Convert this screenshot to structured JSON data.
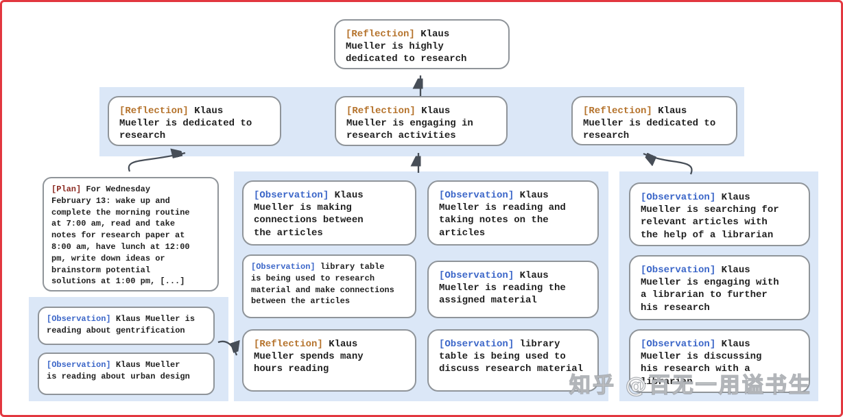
{
  "colors": {
    "frame_red": "#e2373f",
    "panel_blue": "#dbe7f7",
    "node_border_gray": "#8f9499",
    "reflection_label": "#b5732c",
    "observation_label": "#3b66c8",
    "plan_label": "#8b2a21",
    "arrow": "#474e57"
  },
  "nodes": {
    "top": {
      "tag": "[Reflection]",
      "text": " Klaus\nMueller is highly\ndedicated to research"
    },
    "row2": [
      {
        "tag": "[Reflection]",
        "text": " Klaus\nMueller is dedicated to\nresearch"
      },
      {
        "tag": "[Reflection]",
        "text": " Klaus\nMueller is engaging in\nresearch activities"
      },
      {
        "tag": "[Reflection]",
        "text": " Klaus\nMueller is dedicated to\nresearch"
      }
    ],
    "plan": {
      "tag": "[Plan]",
      "text": " For Wednesday\nFebruary 13: wake up and\ncomplete the morning routine\nat 7:00 am, read and take\nnotes for research paper at\n8:00 am, have lunch at 12:00\npm, write down ideas or\nbrainstorm potential\nsolutions at 1:00 pm, [...]"
    },
    "left_panel": [
      {
        "tag": "[Observation]",
        "text": " Klaus Mueller is\nreading about gentrification"
      },
      {
        "tag": "[Observation]",
        "text": " Klaus Mueller\nis reading about urban design"
      }
    ],
    "middle_panel": [
      {
        "tag": "[Observation]",
        "text": " Klaus\nMueller is making\nconnections between\nthe articles"
      },
      {
        "tag": "[Observation]",
        "text": " library table\nis being used to research\nmaterial and make connections\nbetween the articles"
      },
      {
        "tag": "[Reflection]",
        "text": " Klaus\nMueller spends many\nhours reading"
      },
      {
        "tag": "[Observation]",
        "text": " Klaus\nMueller is reading and\ntaking notes on the\narticles"
      },
      {
        "tag": "[Observation]",
        "text": " Klaus\nMueller is reading the\nassigned material"
      },
      {
        "tag": "[Observation]",
        "text": " library\ntable is being used to\ndiscuss research material"
      }
    ],
    "right_panel": [
      {
        "tag": "[Observation]",
        "text": " Klaus\nMueller is searching for\nrelevant articles with\nthe help of a librarian"
      },
      {
        "tag": "[Observation]",
        "text": " Klaus\nMueller is engaging with\na librarian to further\nhis research"
      },
      {
        "tag": "[Observation]",
        "text": " Klaus\nMueller is discussing\nhis research with a\nlibrarian"
      }
    ]
  },
  "watermark": "知乎 @百无一用谥书生"
}
